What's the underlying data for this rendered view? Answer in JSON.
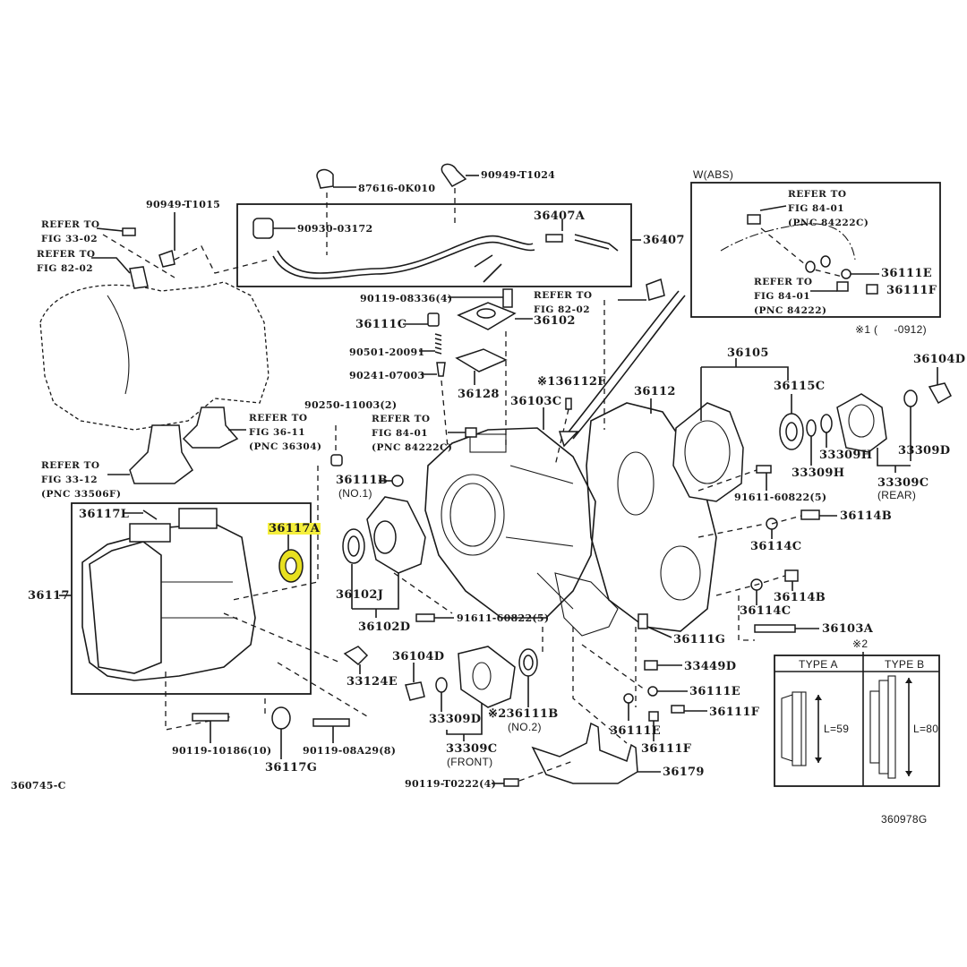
{
  "figure": {
    "left_code": "360745-C",
    "right_code": "360978G"
  },
  "parts": {
    "p90949_T1015": "90949-T1015",
    "p87616_0K010": "87616-0K010",
    "p90949_T1024": "90949-T1024",
    "p90930_03172": "90930-03172",
    "p36407A": "36407A",
    "p36407": "36407",
    "p90119_08336": "90119-08336(4)",
    "p36111C": "36111C",
    "p36102": "36102",
    "p90501_20091": "90501-20091",
    "p90241_07003": "90241-07003",
    "p36128": "36128",
    "p36112F": "※136112F",
    "p36103C": "36103C",
    "p36112": "36112",
    "p36105": "36105",
    "p36115C": "36115C",
    "p36104D_right": "36104D",
    "p33309H_a": "33309H",
    "p33309H_b": "33309H",
    "p33309D_right": "33309D",
    "p33309C_rear": "33309C",
    "rear_note": "(REAR)",
    "p91611_60822_right": "91611-60822(5)",
    "p36114B_a": "36114B",
    "p36114C_a": "36114C",
    "p36114B_b": "36114B",
    "p36114C_b": "36114C",
    "p36103A": "36103A",
    "p36111G": "36111G",
    "p90250_11003": "90250-11003(2)",
    "p36111B_no1": "36111B",
    "no1_note": "(NO.1)",
    "p36102J": "36102J",
    "p36102D": "36102D",
    "p91611_60822_mid": "91611-60822(5)",
    "p36117L": "36117L",
    "p36117A": "36117A",
    "p36117": "36117",
    "p33124E": "33124E",
    "p36104D_mid": "36104D",
    "p33309D_mid": "33309D",
    "p36111B_no2": "※236111B",
    "no2_note": "(NO.2)",
    "p33309C_front": "33309C",
    "front_note": "(FRONT)",
    "p33449D": "33449D",
    "p36111E_a": "36111E",
    "p36111F_a": "36111F",
    "p36111E_b": "36111E",
    "p36111F_b": "36111F",
    "p36179": "36179",
    "p90119_T0222": "90119-T0222(4)",
    "p90119_10186": "90119-10186(10)",
    "p36117G": "36117G",
    "p90119_08A29": "90119-08A29(8)"
  },
  "refs": {
    "fig33_02": "REFER TO\nFIG 33-02",
    "fig82_02_left": "REFER TO\nFIG 82-02",
    "fig82_02_mid": "REFER TO\nFIG 82-02",
    "fig84_01_mid": "REFER TO\nFIG 84-01\n(PNC 84222C)",
    "fig36_11": "REFER TO\nFIG 36-11\n(PNC 36304)",
    "fig33_12": "REFER TO\nFIG 33-12\n(PNC 33506F)"
  },
  "abs_inset": {
    "title": "W(ABS)",
    "ref_top": "REFER TO\nFIG 84-01\n(PNC 84222C)",
    "ref_bottom": "REFER TO\nFIG 84-01\n(PNC 84222)",
    "part_e": "36111E",
    "part_f": "36111F",
    "note": "※1 (     -0912)"
  },
  "type_table": {
    "marker": "※2",
    "columns": [
      {
        "header": "TYPE A",
        "length": "L=59"
      },
      {
        "header": "TYPE B",
        "length": "L=80"
      }
    ]
  },
  "highlight_color": "#f5ef3c"
}
